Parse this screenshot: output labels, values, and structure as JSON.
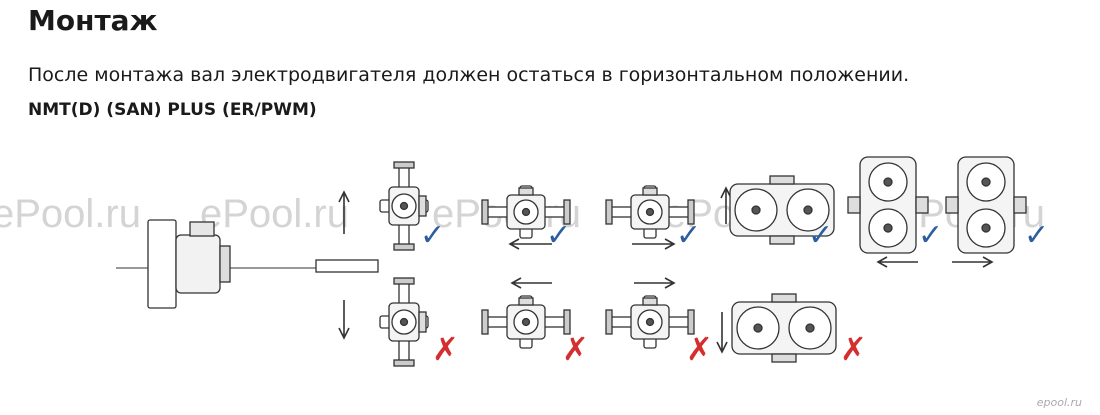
{
  "heading": "Монтаж",
  "instruction": "После монтажа вал электродвигателя должен остаться в горизонтальном положении.",
  "model": "NMT(D) (SAN) PLUS (ER/PWM)",
  "watermark": "ePool.ru",
  "watermark_small": "epool.ru",
  "allowed_mark": "✓",
  "forbidden_mark": "✗",
  "colors": {
    "allowed": "#2c5d9e",
    "forbidden": "#d42e2e",
    "drawing": "#333333"
  }
}
